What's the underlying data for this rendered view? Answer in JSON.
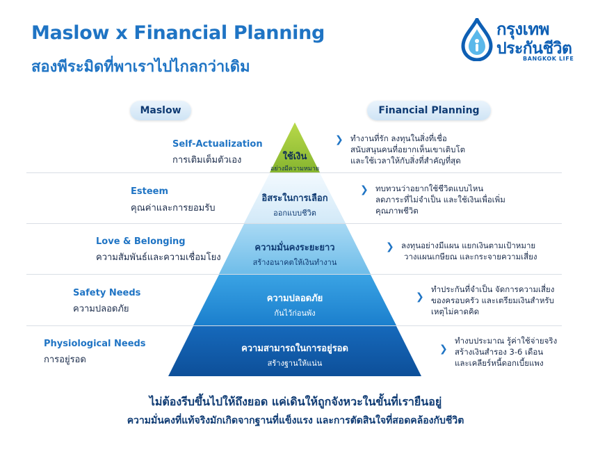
{
  "header": {
    "title": "Maslow x Financial Planning",
    "subtitle": "สองพีระมิดที่พาเราไปไกลกว่าเดิม"
  },
  "logo": {
    "line1": "กรุงเทพ",
    "line2": "ประกันชีวิต",
    "line3": "BANGKOK LIFE"
  },
  "columns": {
    "maslow": "Maslow",
    "financial": "Financial Planning"
  },
  "levels": [
    {
      "maslow_name": "Self-Actualization",
      "maslow_desc": "การเติมเต็มตัวเอง",
      "pyramid_title": "ใช้เงิน",
      "pyramid_sub": "อย่างมีความหมาย",
      "financial": [
        "ทำงานที่รัก ลงทุนในสิ่งที่เชื่อ",
        "สนับสนุนคนที่อยากเห็นเขาเติบโต",
        "และใช้เวลาให้กับสิ่งที่สำคัญที่สุด"
      ],
      "color": "#9fc93c"
    },
    {
      "maslow_name": "Esteem",
      "maslow_desc": "คุณค่าและการยอมรับ",
      "pyramid_title": "อิสระในการเลือก",
      "pyramid_sub": "ออกแบบชีวิต",
      "financial": [
        "ทบทวนว่าอยากใช้ชีวิตแบบไหน",
        "ลดภาระที่ไม่จำเป็น และใช้เงินเพื่อเพิ่ม",
        "คุณภาพชีวิต"
      ],
      "color": "#e3f1fb"
    },
    {
      "maslow_name": "Love & Belonging",
      "maslow_desc": "ความสัมพันธ์และความเชื่อมโยง",
      "pyramid_title": "ความมั่นคงระยะยาว",
      "pyramid_sub": "สร้างอนาคตให้เงินทำงาน",
      "financial": [
        "ลงทุนอย่างมีแผน แยกเงินตามเป้าหมาย",
        "วางแผนเกษียณ และกระจายความเสี่ยง"
      ],
      "color": "#8fcdf0"
    },
    {
      "maslow_name": "Safety Needs",
      "maslow_desc": "ความปลอดภัย",
      "pyramid_title": "ความปลอดภัย",
      "pyramid_sub": "กันไว้ก่อนพัง",
      "financial": [
        "ทำประกันที่จำเป็น จัดการความเสี่ยง",
        "ของครอบครัว และเตรียมเงินสำหรับ",
        "เหตุไม่คาดคิด"
      ],
      "color": "#2f97dd"
    },
    {
      "maslow_name": "Physiological Needs",
      "maslow_desc": "การอยู่รอด",
      "pyramid_title": "ความสามารถในการอยู่รอด",
      "pyramid_sub": "สร้างฐานให้แน่น",
      "financial": [
        "ทำงบประมาณ รู้ค่าใช้จ่ายจริง",
        "สร้างเงินสำรอง 3-6 เดือน",
        "และเคลียร์หนี้ดอกเบี้ยแพง"
      ],
      "color": "#1160b0"
    }
  ],
  "footer": {
    "line1": "ไม่ต้องรีบขึ้นไปให้ถึงยอด แค่เดินให้ถูกจังหวะในขั้นที่เรายืนอยู่",
    "line2": "ความมั่นคงที่แท้จริงมักเกิดจากฐานที่แข็งแรง และการตัดสินใจที่สอดคล้องกับชีวิต"
  }
}
